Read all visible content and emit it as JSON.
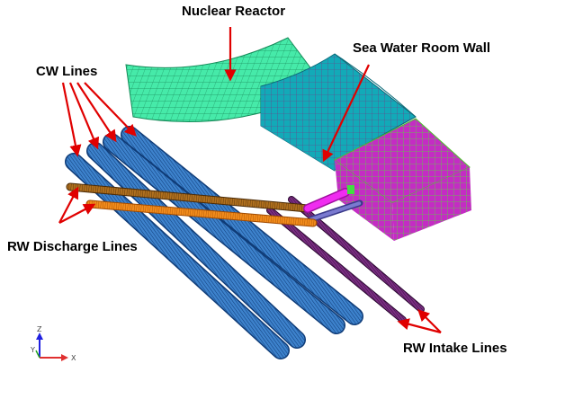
{
  "labels": {
    "nuclear_reactor": "Nuclear Reactor",
    "sea_water_room_wall": "Sea Water Room Wall",
    "cw_lines": "CW Lines",
    "rw_discharge_lines": "RW Discharge Lines",
    "rw_intake_lines": "RW Intake Lines"
  },
  "axis_triad": {
    "z": "Z",
    "y": "Y",
    "x": "X"
  },
  "colors": {
    "reactor_mesh": "#40e8a8",
    "wall_mesh": "#10a8b8",
    "room_block": "#c028c0",
    "room_grid": "#60d040",
    "cw_pipe": "#3a7ec8",
    "rw_discharge_brown": "#a86a1a",
    "rw_discharge_orange": "#f08a1a",
    "rw_intake_purple": "#702878",
    "connector_magenta": "#e020e0",
    "arrow": "#e00000"
  },
  "icons": [
    "axis-triad-icon"
  ]
}
